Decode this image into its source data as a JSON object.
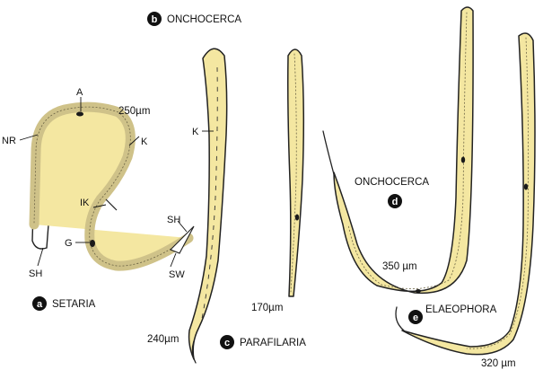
{
  "panels": {
    "a": {
      "letter": "a",
      "name": "SETARIA",
      "scale": "250µm"
    },
    "b": {
      "letter": "b",
      "name": "ONCHOCERCA",
      "scale": "240µm"
    },
    "c": {
      "letter": "c",
      "name": "PARAFILARIA",
      "scale": "170µm"
    },
    "d": {
      "letter": "d",
      "name": "ONCHOCERCA",
      "scale": "350 µm"
    },
    "e": {
      "letter": "e",
      "name": "ELAEOPHORA",
      "scale": "320 µm"
    }
  },
  "structure_labels": {
    "A": "A",
    "NR": "NR",
    "K": "K",
    "IK": "IK",
    "G": "G",
    "SH": "SH",
    "SW": "SW"
  },
  "colors": {
    "body_fill": "#f4e7a1",
    "outline": "#222222",
    "badge": "#111111"
  }
}
